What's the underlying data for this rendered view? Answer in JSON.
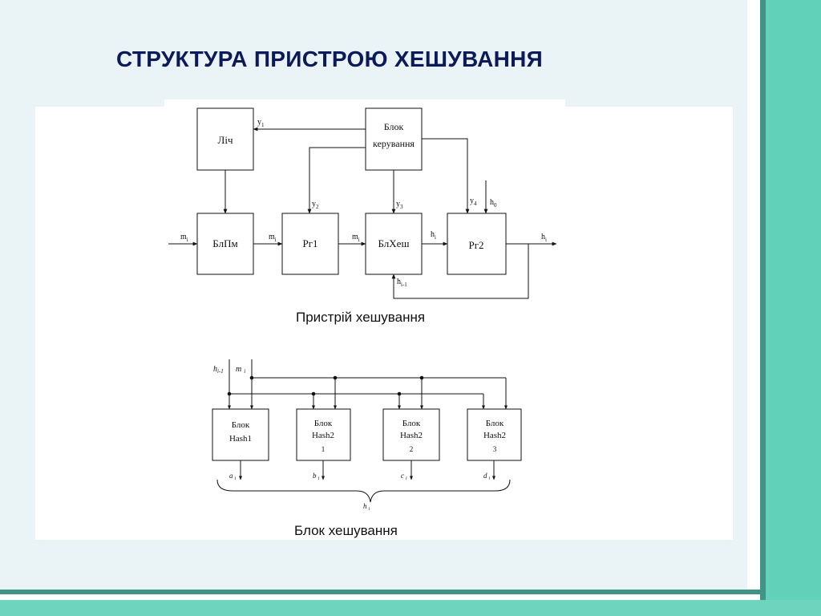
{
  "slide": {
    "title": "СТРУКТУРА ПРИСТРОЮ ХЕШУВАННЯ"
  },
  "diagram1": {
    "caption": "Пристрій хешування",
    "blocks": {
      "counter": "Ліч",
      "control_line1": "Блок",
      "control_line2": "керування",
      "blpm": "БлПм",
      "rg1": "Рг1",
      "blhesh": "БлХеш",
      "rg2": "Рг2"
    },
    "signals": {
      "y1": {
        "base": "y",
        "sub": "1"
      },
      "y2": {
        "base": "y",
        "sub": "2"
      },
      "y3": {
        "base": "y",
        "sub": "3"
      },
      "y4": {
        "base": "y",
        "sub": "4"
      },
      "h0": {
        "base": "h",
        "sub": "0"
      },
      "mi_in": {
        "base": "m",
        "sub": "i"
      },
      "mi_blpm": {
        "base": "m",
        "sub": "i"
      },
      "mi_rg1": {
        "base": "m",
        "sub": "i"
      },
      "hi_hesh": {
        "base": "h",
        "sub": "i"
      },
      "hi_out": {
        "base": "h",
        "sub": "i"
      },
      "hi_minus1": {
        "base": "h",
        "sub": "i-1"
      }
    }
  },
  "diagram2": {
    "caption": "Блок хешування",
    "inputs": {
      "h_prev": {
        "base": "h",
        "sub": "i-1"
      },
      "m": {
        "base": "m",
        "sub": "i"
      }
    },
    "blocks": [
      {
        "line1": "Блок",
        "line2": "Hash1",
        "line3": ""
      },
      {
        "line1": "Блок",
        "line2": "Hash2",
        "line3": "1"
      },
      {
        "line1": "Блок",
        "line2": "Hash2",
        "line3": "2"
      },
      {
        "line1": "Блок",
        "line2": "Hash2",
        "line3": "3"
      }
    ],
    "outputs": [
      {
        "base": "a",
        "sub": "i"
      },
      {
        "base": "b",
        "sub": "i"
      },
      {
        "base": "c",
        "sub": "i"
      },
      {
        "base": "d",
        "sub": "i"
      }
    ],
    "result": {
      "base": "h",
      "sub": "i"
    }
  },
  "colors": {
    "title": "#0d1a59",
    "frame_teal": "#5fcfb6",
    "frame_dark": "#3a8c80",
    "slide_bg": "#e9f4f6"
  }
}
